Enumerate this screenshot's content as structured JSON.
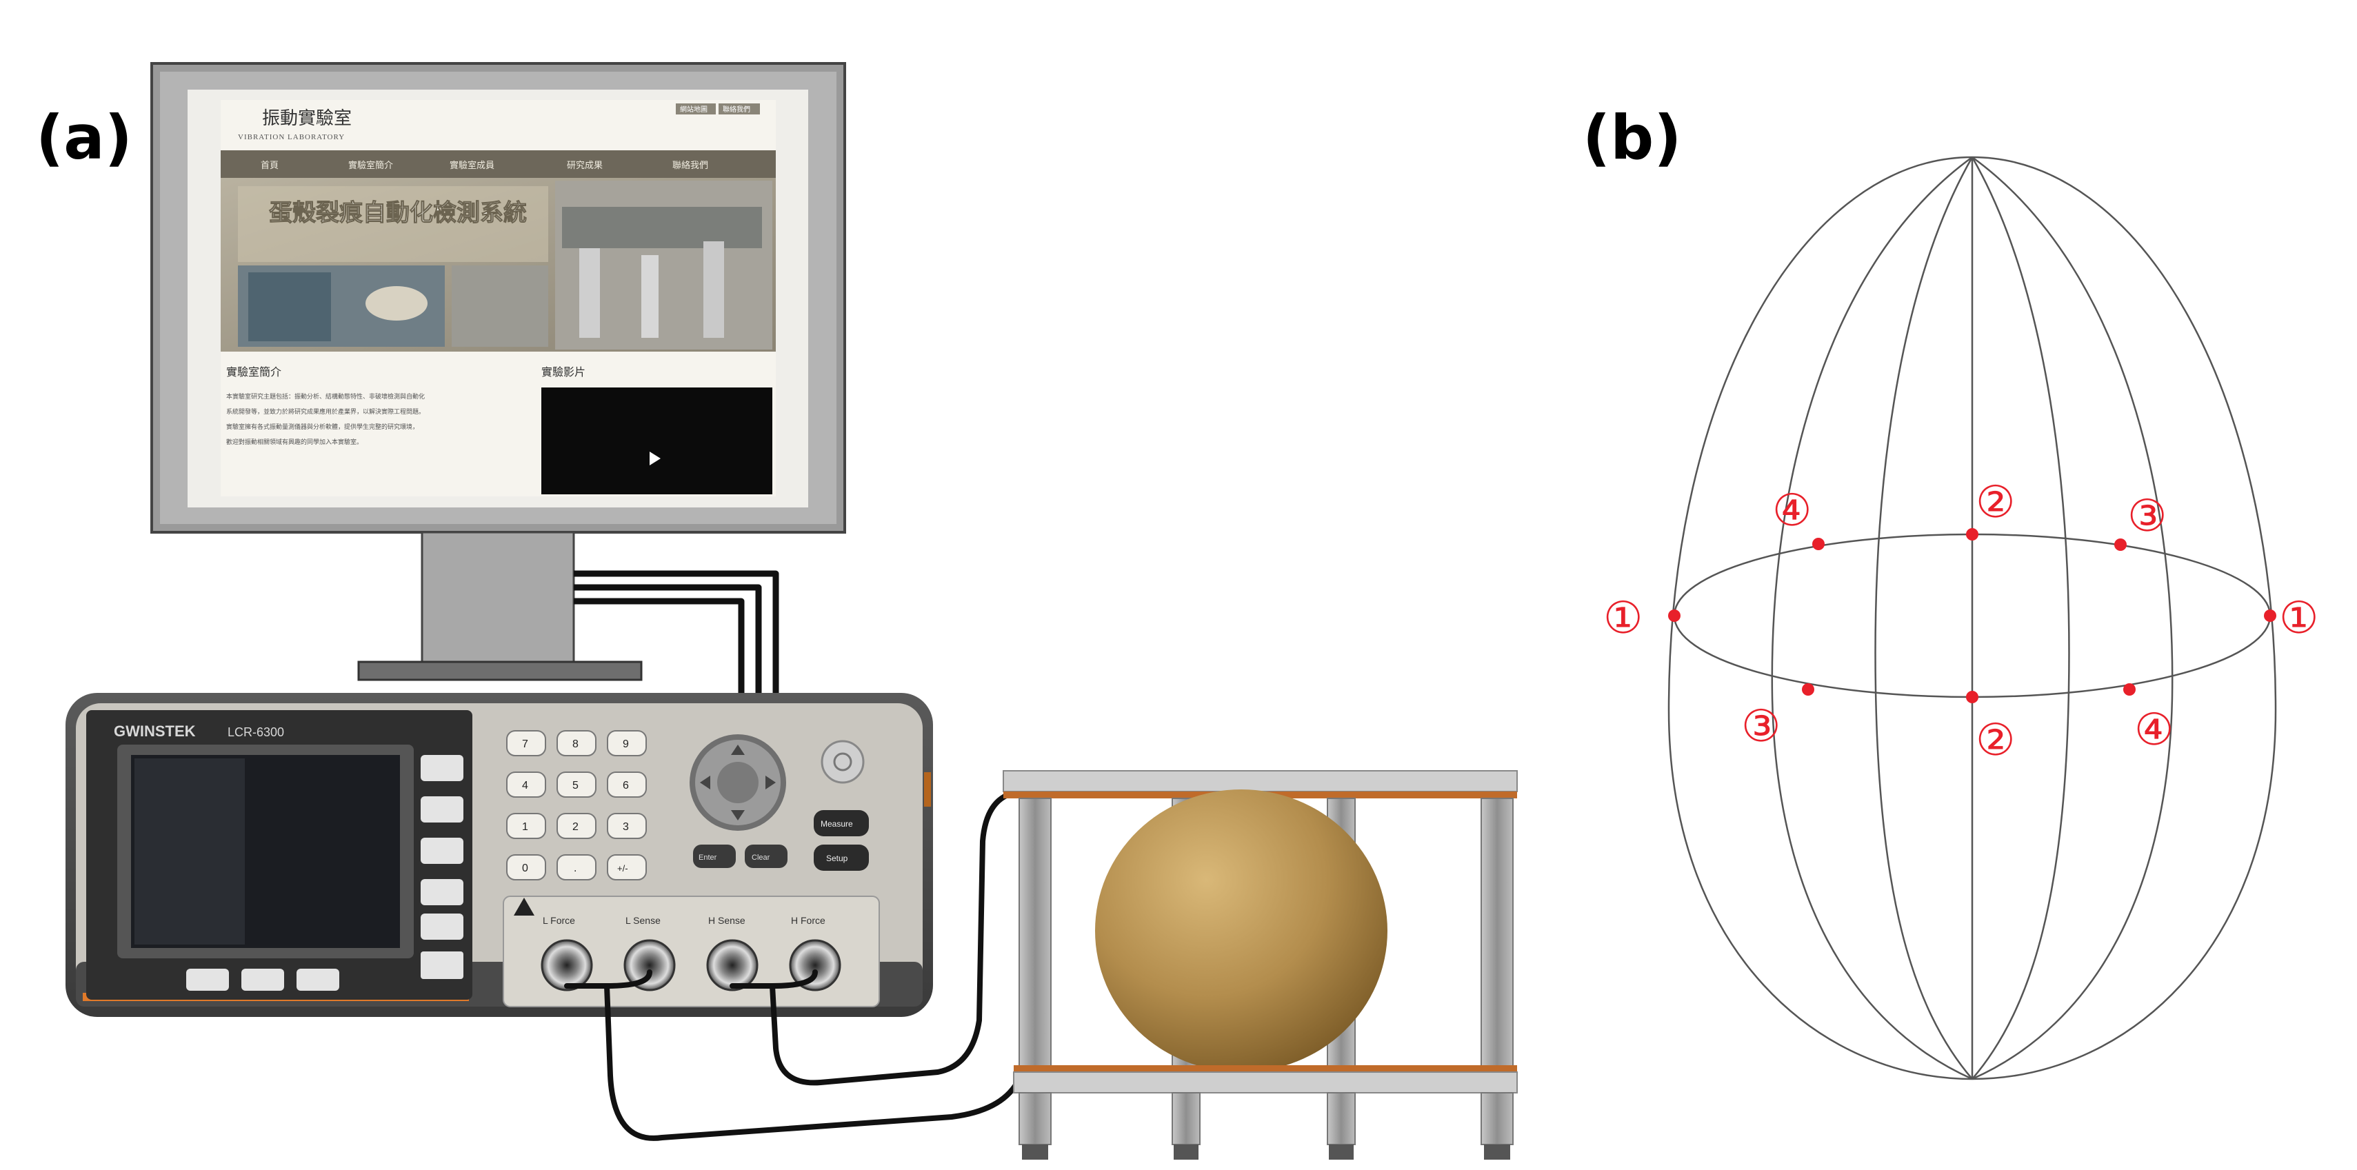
{
  "panel_a": {
    "label": "(a)",
    "website": {
      "title_cn": "振動實驗室",
      "title_en": "VIBRATION LABORATORY",
      "top_links": [
        "網站地圖",
        "聯絡我們"
      ],
      "nav": [
        "首頁",
        "實驗室簡介",
        "實驗室成員",
        "研究成果",
        "聯絡我們"
      ],
      "banner": "蛋殼裂痕自動化檢測系統",
      "intro_heading": "實驗室簡介",
      "video_heading": "實驗影片",
      "intro_lines": [
        "本實驗室研究主題包括：振動分析、結構動態特性、非破壞檢測與自動化",
        "系統開發等，並致力於將研究成果應用於產業界，以解決實際工程問題。",
        "實驗室擁有各式振動量測儀器與分析軟體，提供學生完整的研究環境，",
        "歡迎對振動相關領域有興趣的同學加入本實驗室。"
      ]
    },
    "instrument": {
      "brand": "GWINSTEK",
      "model": "LCR-6300",
      "keys": [
        "7",
        "8",
        "9",
        "4",
        "5",
        "6",
        "1",
        "2",
        "3",
        "0",
        ".",
        "+/-"
      ],
      "buttons": [
        "Measure",
        "Setup",
        "Enter",
        "Clear"
      ],
      "terminals": [
        "L Force",
        "L Sense",
        "H Sense",
        "H Force"
      ]
    }
  },
  "panel_b": {
    "label": "(b)",
    "points": [
      {
        "text": "①",
        "side": "left"
      },
      {
        "text": "①",
        "side": "right"
      },
      {
        "text": "②",
        "side": "back-center"
      },
      {
        "text": "②",
        "side": "front-center"
      },
      {
        "text": "③",
        "side": "back-right"
      },
      {
        "text": "③",
        "side": "front-left"
      },
      {
        "text": "④",
        "side": "back-left"
      },
      {
        "text": "④",
        "side": "front-right"
      }
    ],
    "colors": {
      "marker": "#e8202a",
      "wire": "#555555"
    }
  }
}
